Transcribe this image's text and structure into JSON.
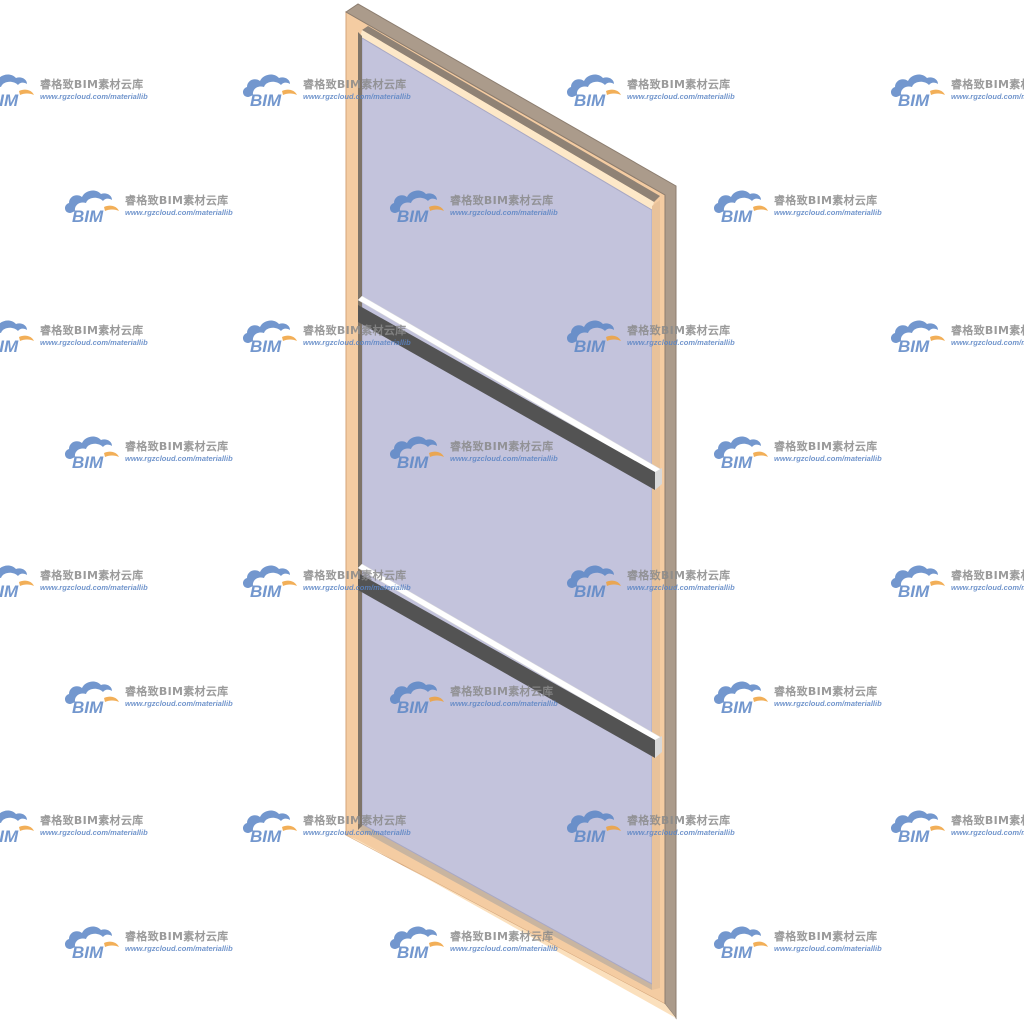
{
  "watermark": {
    "logo_text": "BIM",
    "title": "睿格致BIM素材云库",
    "url": "www.rgzcloud.com/materiallib",
    "logo_color": "#5b86c6",
    "logo_accent_color": "#f0a23c",
    "title_color": "#8a8a8a"
  },
  "model": {
    "object": "window-frame-3d",
    "mullion_count": 2,
    "frame_color": "#f2c9a0",
    "frame_side_color": "#a79889",
    "glass_color": "#c3c3dc",
    "mullion_color": "#525252"
  }
}
